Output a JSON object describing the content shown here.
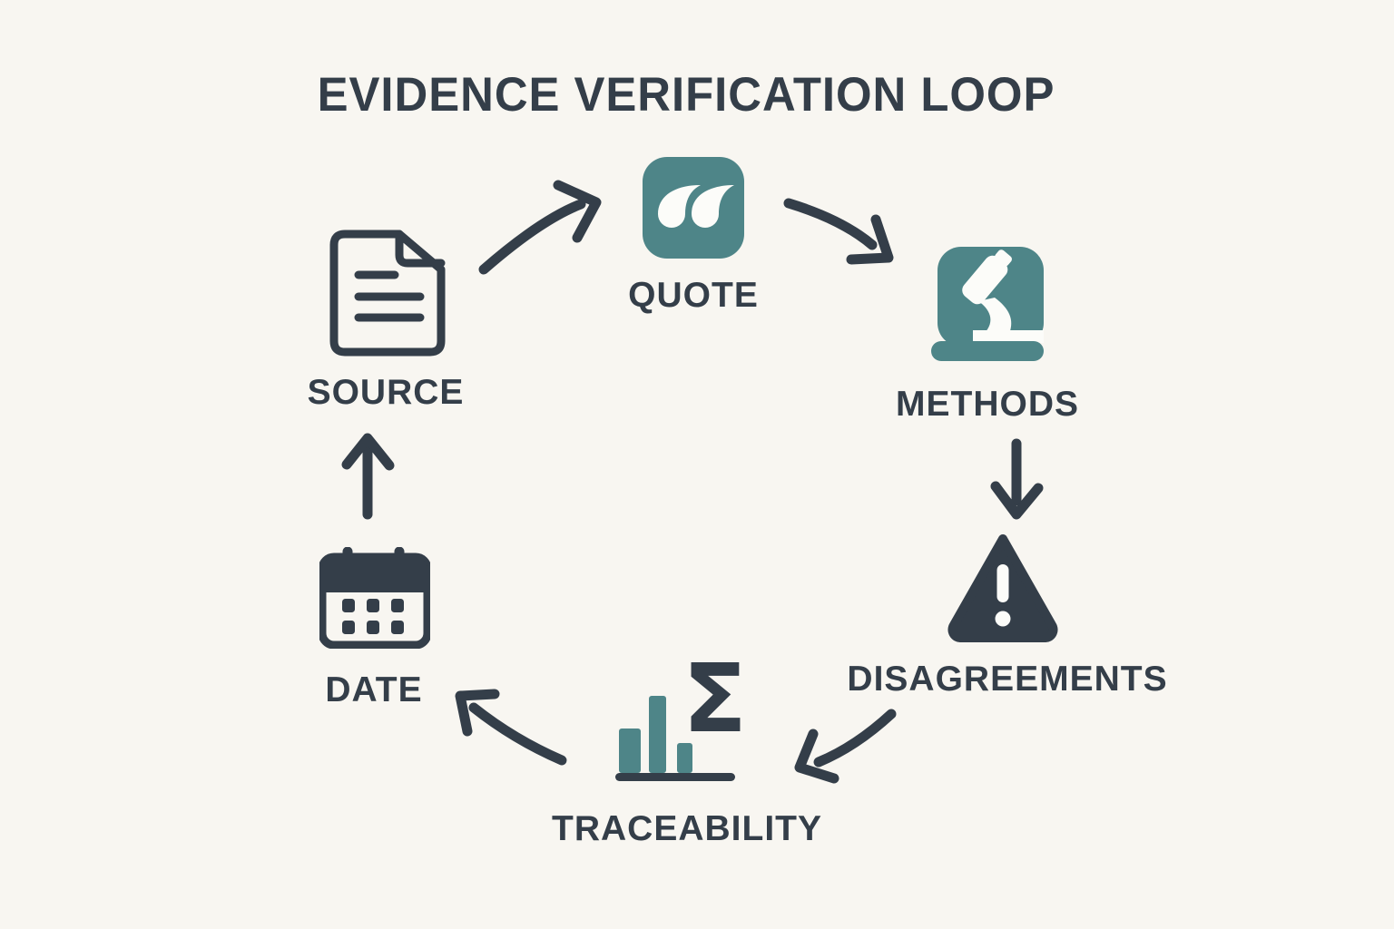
{
  "diagram": {
    "title": "EVIDENCE VERIFICATION LOOP",
    "type": "cycle-flow-diagram",
    "nodes": [
      {
        "id": "source",
        "label": "SOURCE",
        "icon": "document-icon"
      },
      {
        "id": "quote",
        "label": "QUOTE",
        "icon": "quotation-marks-icon"
      },
      {
        "id": "methods",
        "label": "METHODS",
        "icon": "microscope-icon"
      },
      {
        "id": "disagreements",
        "label": "DISAGREEMENTS",
        "icon": "warning-triangle-icon"
      },
      {
        "id": "traceability",
        "label": "TRACEABILITY",
        "icon": "bar-chart-sigma-icon"
      },
      {
        "id": "date",
        "label": "DATE",
        "icon": "calendar-icon"
      }
    ],
    "connections": [
      {
        "from": "source",
        "to": "quote"
      },
      {
        "from": "quote",
        "to": "methods"
      },
      {
        "from": "methods",
        "to": "disagreements"
      },
      {
        "from": "disagreements",
        "to": "traceability"
      },
      {
        "from": "traceability",
        "to": "date"
      },
      {
        "from": "date",
        "to": "source"
      }
    ],
    "glyphs": {
      "sigma": "Σ"
    },
    "colors": {
      "background": "#f8f6f1",
      "ink": "#343e49",
      "teal": "#4e8588",
      "white": "#fcfcf9"
    }
  }
}
